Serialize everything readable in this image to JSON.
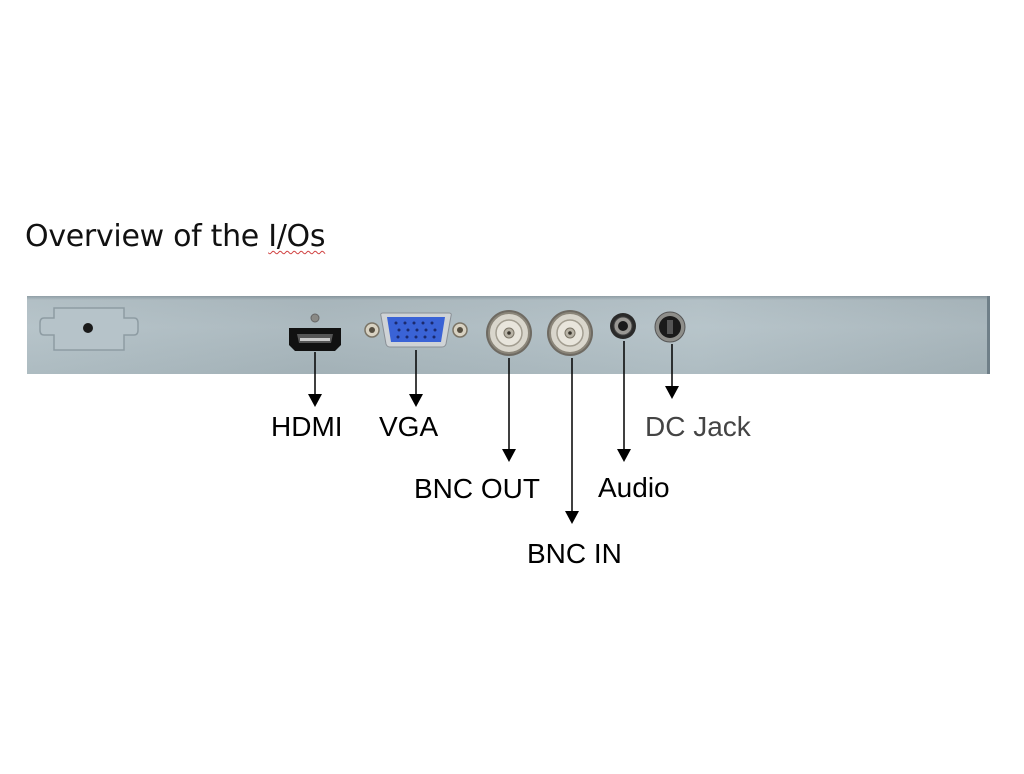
{
  "title": {
    "prefix": "Overview of the ",
    "suffix": "I/Os"
  },
  "ports": [
    {
      "id": "hdmi",
      "label": "HDMI"
    },
    {
      "id": "vga",
      "label": "VGA"
    },
    {
      "id": "bnc-out",
      "label": "BNC OUT"
    },
    {
      "id": "bnc-in",
      "label": "BNC IN"
    },
    {
      "id": "audio",
      "label": "Audio"
    },
    {
      "id": "dc-jack",
      "label": "DC Jack"
    }
  ],
  "colors": {
    "panel": "#b1bfc5",
    "vga_blue": "#3a63d6",
    "arrow": "#000000",
    "dc_label": "#444444"
  }
}
